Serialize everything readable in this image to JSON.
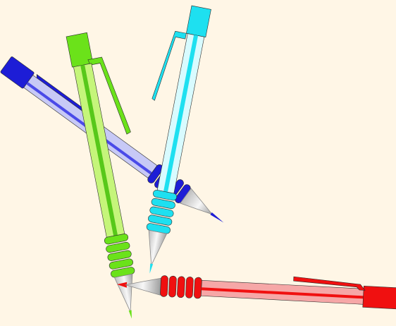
{
  "scene": {
    "background": "#fff6e6",
    "pens": [
      {
        "name": "blue-pen",
        "colors": {
          "main": "#1d1dd6",
          "barrel": "#c7c9f6",
          "stripe": "#4a4ae8",
          "tip": "#1d1dd6",
          "cone": "#e8e8e8"
        }
      },
      {
        "name": "green-pen",
        "colors": {
          "main": "#6be21a",
          "barrel": "#c5f57a",
          "stripe": "#57c81a",
          "tip": "#6be21a",
          "cone": "#e8e8e8"
        }
      },
      {
        "name": "cyan-pen",
        "colors": {
          "main": "#1ee0f0",
          "barrel": "#d8fbff",
          "stripe": "#1ee0f0",
          "tip": "#1ee0f0",
          "cone": "#e8e8e8"
        }
      },
      {
        "name": "red-pen",
        "colors": {
          "main": "#f01010",
          "barrel": "#f6a7a7",
          "stripe": "#f01010",
          "tip": "#f01010",
          "cone": "#e8e8e8"
        }
      }
    ]
  }
}
